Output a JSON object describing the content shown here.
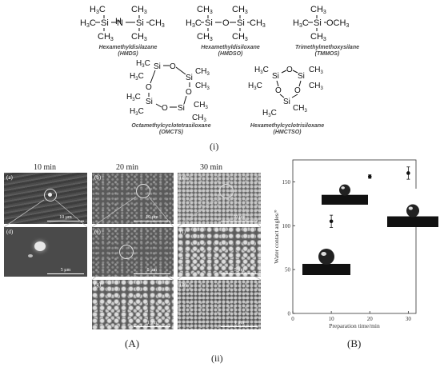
{
  "structures": {
    "hmds": {
      "name": "Hexamethyldisilazane",
      "abbr": "(HMDS)"
    },
    "hmdso": {
      "name": "Hexamethyldisiloxane",
      "abbr": "(HMDSO)"
    },
    "tmmos": {
      "name": "Trimethylmethoxysilane",
      "abbr": "(TMMOS)"
    },
    "omcts": {
      "name": "Octamethylcyclotetrasiloxane",
      "abbr": "(OMCTS)"
    },
    "hmctso": {
      "name": "Hexamethylcyclotrisiloxane",
      "abbr": "(HMCTSO)"
    }
  },
  "part_i_label": "(i)",
  "part_ii_label": "(ii)",
  "panelA": {
    "label": "(A)",
    "col_titles": [
      "10 min",
      "20 min",
      "30 min"
    ],
    "panels": [
      {
        "id": "(a)",
        "scale": "10 μm"
      },
      {
        "id": "(b)",
        "scale": "10 μm"
      },
      {
        "id": "(c)",
        "scale": "10 μm"
      },
      {
        "id": "(d)",
        "scale": "5 μm"
      },
      {
        "id": "(e)",
        "scale": "5 μm"
      },
      {
        "id": "(f)",
        "scale": "5 μm"
      },
      {
        "id": "(g)",
        "scale": "1 μm"
      },
      {
        "id": "(h)",
        "scale": "1 μm"
      }
    ]
  },
  "panelB": {
    "label": "(B)"
  },
  "chart_data": {
    "type": "scatter",
    "xlabel": "Preparation time/min",
    "ylabel": "Water contact angles/°",
    "xlim": [
      0,
      32
    ],
    "ylim": [
      0,
      175
    ],
    "xticks": [
      0,
      10,
      20,
      30
    ],
    "yticks": [
      0,
      50,
      100,
      150
    ],
    "points": [
      {
        "x": 10,
        "y": 105,
        "err": 7
      },
      {
        "x": 20,
        "y": 156,
        "err": 2
      },
      {
        "x": 30,
        "y": 160,
        "err": 7
      }
    ]
  }
}
